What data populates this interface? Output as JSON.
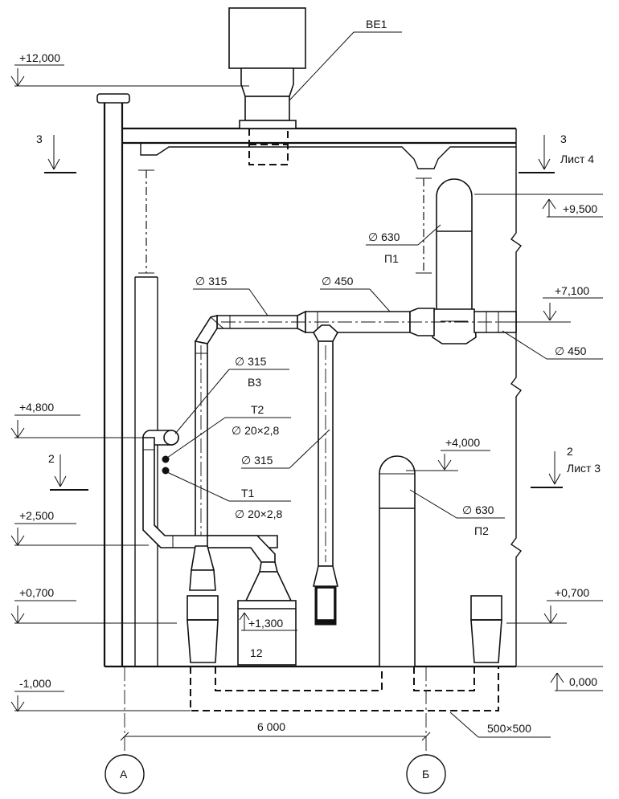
{
  "levels": {
    "l_12000": "+12,000",
    "l_9500": "+9,500",
    "l_7100": "+7,100",
    "l_4800": "+4,800",
    "l_4000": "+4,000",
    "l_2500": "+2,500",
    "l_0700_left": "+0,700",
    "l_0700_right": "+0,700",
    "l_1300": "+1,300",
    "l_0000": "0,000",
    "l_m1000": "-1,000"
  },
  "equipment": {
    "ve1": "ВЕ1",
    "p1": "П1",
    "p2": "П2",
    "v3": "В3",
    "t1": "Т1",
    "t2": "Т2",
    "machine": "12"
  },
  "diameters": {
    "d630_p1": "∅ 630",
    "d630_p2": "∅ 630",
    "d315_top": "∅ 315",
    "d450_top": "∅ 450",
    "d450_right": "∅ 450",
    "d315_v3": "∅ 315",
    "d315_branch": "∅ 315",
    "t2_size": "∅ 20×2,8",
    "t1_size": "∅ 20×2,8"
  },
  "sections": {
    "s3_left": "3",
    "s3_right": "3",
    "s3_sheet": "Лист 4",
    "s2_left": "2",
    "s2_right": "2",
    "s2_sheet": "Лист 3"
  },
  "dimensions": {
    "span": "6 000",
    "channel": "500×500"
  },
  "axes": {
    "a": "А",
    "b": "Б"
  }
}
